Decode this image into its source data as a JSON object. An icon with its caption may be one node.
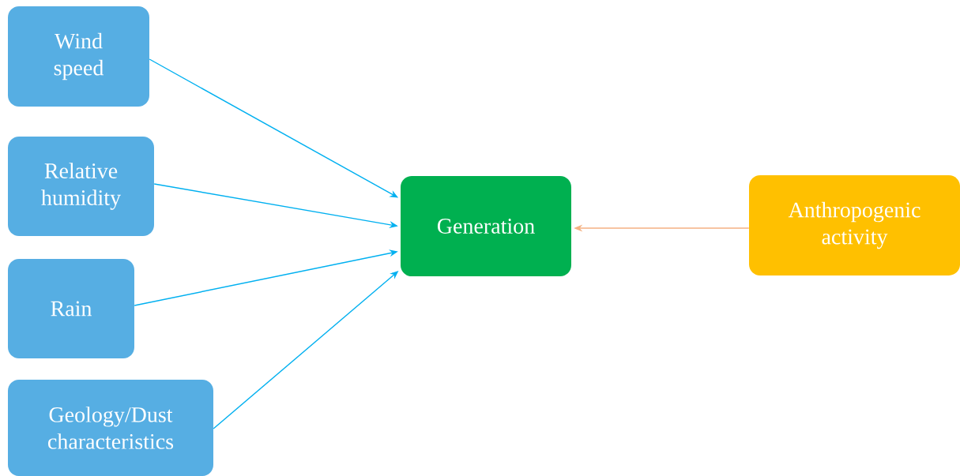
{
  "diagram": {
    "nodes": [
      {
        "text": [
          "Wind speed"
        ]
      },
      {
        "text": [
          "Relative humidity"
        ]
      },
      {
        "text": [
          "Rain"
        ]
      },
      {
        "text": [
          "Geology/Dust characteristics"
        ]
      },
      {
        "text": [
          "Generation"
        ]
      },
      {
        "text": [
          "Anthropogenic activity"
        ]
      }
    ],
    "edges": [
      {
        "from": 0,
        "to": 4,
        "arrow": "to"
      },
      {
        "from": 1,
        "to": 4,
        "arrow": "to"
      },
      {
        "from": 2,
        "to": 4,
        "arrow": "to"
      },
      {
        "from": 3,
        "to": 4,
        "arrow": "to"
      },
      {
        "from": 5,
        "to": 4,
        "arrow": "to",
        "color": "#f4b183"
      }
    ]
  }
}
